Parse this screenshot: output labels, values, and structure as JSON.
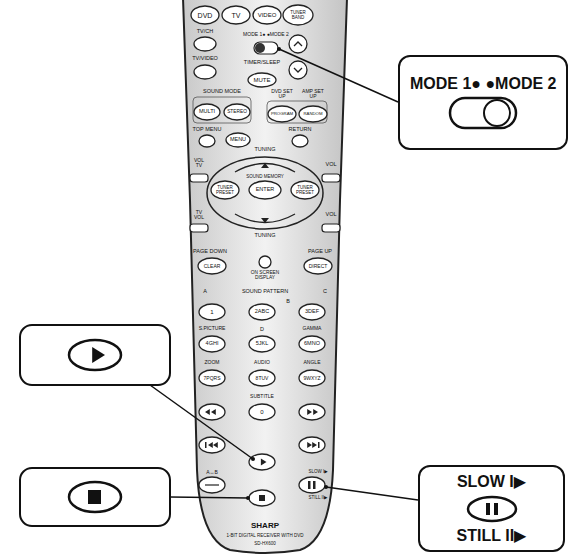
{
  "diagram": {
    "nodes": [
      {
        "text": [
          "MODE 1● ●MODE 2"
        ]
      },
      {
        "text": [
          "SLOW I▶",
          "STILL II▶"
        ]
      }
    ],
    "labels": [
      "DVD",
      "TV",
      "VIDEO",
      "TUNER BAND",
      "TV/CH",
      "MODE 1● ●MODE 2",
      "TV/VIDEO",
      "TIMER/SLEEP",
      "MUTE",
      "SOUND MODE",
      "MULTI",
      "STEREO",
      "DVD SET UP",
      "AMP SET UP",
      "PROGRAM",
      "RANDOM",
      "TOP MENU",
      "MENU",
      "RETURN",
      "TUNING",
      "VOL TV",
      "VOL",
      "SOUND MEMORY",
      "TUNER PRESET",
      "ENTER",
      "TUNER PRESET",
      "TV VOL",
      "VOL",
      "TUNING",
      "PAGE DOWN",
      "PAGE UP",
      "CLEAR",
      "DIRECT",
      "ON SCREEN DISPLAY",
      "A",
      "SOUND PATTERN",
      "C",
      "B",
      "1",
      "2ABC",
      "3DEF",
      "S.PICTURE",
      "D",
      "GAMMA",
      "4GHI",
      "5JKL",
      "6MNO",
      "ZOOM",
      "AUDIO",
      "ANGLE",
      "7PQRS",
      "8TUV",
      "9WXYZ",
      "SUBTITLE",
      "0",
      "A↔B",
      "SLOW I▶",
      "STILL II▶",
      "SHARP",
      "1-BIT DIGITAL RECEIVER WITH DVD",
      "SD-HX600"
    ]
  }
}
